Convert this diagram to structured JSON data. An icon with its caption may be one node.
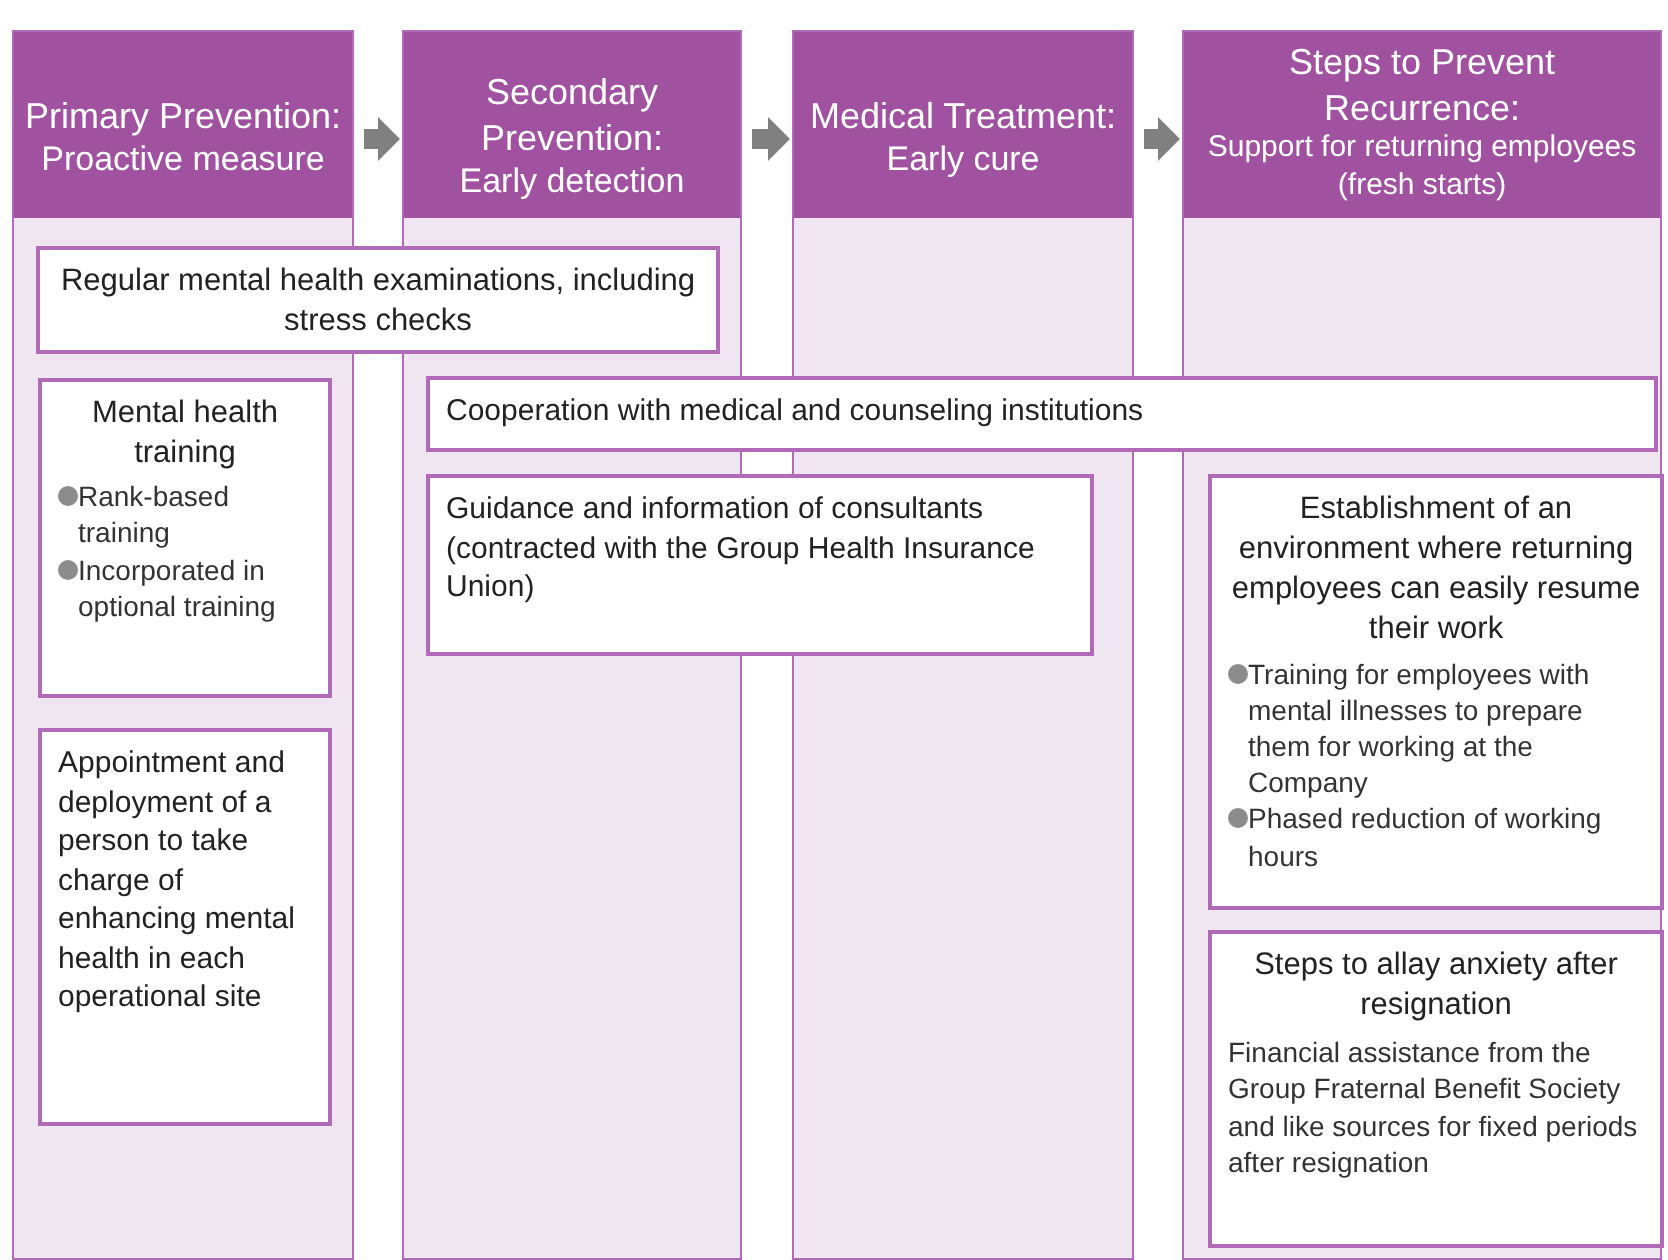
{
  "diagram": {
    "nodes": [
      {
        "text": [
          "Primary Prevention:",
          "Proactive measure"
        ]
      },
      {
        "text": [
          "Secondary Prevention:",
          "Early detection"
        ]
      },
      {
        "text": [
          "Medical Treatment:",
          "Early cure"
        ]
      },
      {
        "text": [
          "Steps to Prevent Recurrence:",
          "Support for returning employees (fresh starts)"
        ]
      },
      {
        "text": [
          "Regular mental health examinations, including stress checks"
        ]
      },
      {
        "text": [
          "Mental health training",
          "Rank-based training",
          "Incorporated in optional training"
        ],
        "in": 0
      },
      {
        "text": [
          "Appointment and deployment of a person to take charge of enhancing mental health in each operational site"
        ],
        "in": 0
      },
      {
        "text": [
          "Cooperation with medical and counseling institutions"
        ]
      },
      {
        "text": [
          "Guidance and information of consultants (contracted with the Group Health Insurance Union)"
        ]
      },
      {
        "text": [
          "Establishment of an environment where returning employees can easily resume their work",
          "Training for employees with mental illnesses to prepare them for working at the Company",
          "Phased reduction of working hours"
        ],
        "in": 3
      },
      {
        "text": [
          "Steps to allay anxiety after resignation",
          "Financial assistance from the Group Fraternal Benefit Society and like sources for fixed periods after resignation"
        ],
        "in": 3
      }
    ],
    "edges": [
      {
        "from": 0,
        "to": 1,
        "arrow": "to"
      },
      {
        "from": 1,
        "to": 2,
        "arrow": "to"
      },
      {
        "from": 2,
        "to": 3,
        "arrow": "to"
      }
    ]
  }
}
